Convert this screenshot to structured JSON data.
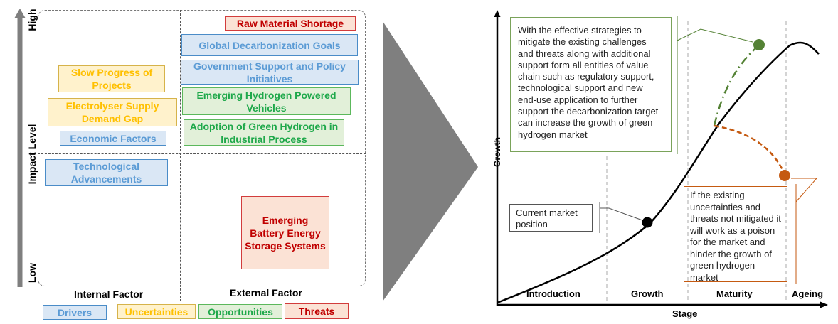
{
  "matrix": {
    "y_axis": {
      "label": "Impact Level",
      "high": "High",
      "low": "Low"
    },
    "x_axis": {
      "internal": "Internal Factor",
      "external": "External Factor"
    },
    "items": [
      {
        "text": "Raw Material Shortage",
        "category": "threats",
        "quadrant": "external-high"
      },
      {
        "text": "Global Decarbonization Goals",
        "category": "drivers",
        "quadrant": "external-high"
      },
      {
        "text": "Government Support and Policy Initiatives",
        "category": "drivers",
        "quadrant": "external-high"
      },
      {
        "text": "Emerging Hydrogen Powered Vehicles",
        "category": "opportunities",
        "quadrant": "external-high"
      },
      {
        "text": "Adoption of Green Hydrogen in Industrial Process",
        "category": "opportunities",
        "quadrant": "external-high"
      },
      {
        "text": "Slow Progress of Projects",
        "category": "uncertainties",
        "quadrant": "internal-high"
      },
      {
        "text": "Electrolyser Supply Demand Gap",
        "category": "uncertainties",
        "quadrant": "internal-high"
      },
      {
        "text": "Economic Factors",
        "category": "drivers",
        "quadrant": "internal-high"
      },
      {
        "text": "Technological Advancements",
        "category": "drivers",
        "quadrant": "internal-low"
      },
      {
        "text": "Emerging Battery Energy Storage Systems",
        "category": "threats",
        "quadrant": "external-low"
      }
    ],
    "legend": [
      {
        "label": "Drivers",
        "category": "drivers"
      },
      {
        "label": "Uncertainties",
        "category": "uncertainties"
      },
      {
        "label": "Opportunities",
        "category": "opportunities"
      },
      {
        "label": "Threats",
        "category": "threats"
      }
    ],
    "colors": {
      "drivers": "#5b9bd5",
      "uncertainties": "#ffc000",
      "opportunities": "#1ea84a",
      "threats": "#c00000"
    }
  },
  "lifecycle": {
    "y_label": "Growth",
    "x_label": "Stage",
    "stages": [
      "Introduction",
      "Growth",
      "Maturity",
      "Ageing"
    ],
    "positive_note": "With the effective strategies to mitigate the existing challenges and threats along with additional support form all entities of value chain such as regulatory support, technological support and new end-use application to further support  the decarbonization target can increase the growth of green hydrogen market",
    "negative_note": "If the existing uncertainties and threats not mitigated it will work as a poison for the market and hinder the growth of green hydrogen market",
    "current_position_label": "Current market position",
    "colors": {
      "positive": "#548235",
      "negative": "#c55a11",
      "curve": "#000000"
    }
  }
}
